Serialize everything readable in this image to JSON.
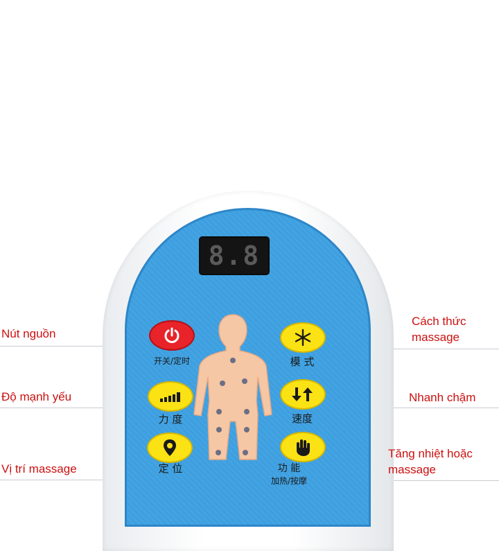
{
  "remote": {
    "display_value": "8.8",
    "buttons": [
      {
        "id": "power",
        "caption": "开关/定时",
        "icon": "power-icon"
      },
      {
        "id": "mode",
        "caption": "模 式",
        "icon": "snowflake-icon"
      },
      {
        "id": "strength",
        "caption": "力 度",
        "icon": "signal-bars-icon"
      },
      {
        "id": "speed",
        "caption": "速度",
        "icon": "up-down-arrows-icon"
      },
      {
        "id": "position",
        "caption": "定 位",
        "icon": "location-pin-icon"
      },
      {
        "id": "function",
        "caption_line1": "功 能",
        "caption_line2": "加热/按摩",
        "icon": "hand-icon"
      }
    ]
  },
  "callouts": {
    "power": "Nút nguồn",
    "mode_line1": "Cách thức",
    "mode_line2": "massage",
    "strength": "Độ mạnh yếu",
    "speed": "Nhanh chậm",
    "position": "Vị trí massage",
    "function_line1": "Tăng nhiệt hoặc",
    "function_line2": "massage"
  },
  "colors": {
    "panel_blue": "#3d9fe0",
    "button_yellow": "#fbe215",
    "power_red": "#e8232a",
    "callout_red": "#cc1010",
    "body_skin": "#f6c7a4"
  }
}
